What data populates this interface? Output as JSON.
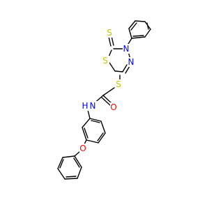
{
  "molecule": {
    "atoms": [
      {
        "id": "S_thione",
        "label": "S",
        "color": "#C6C600"
      },
      {
        "id": "S_ring",
        "label": "S",
        "color": "#C6C600"
      },
      {
        "id": "N4",
        "label": "N",
        "color": "#0000FF"
      },
      {
        "id": "N3",
        "label": "N",
        "color": "#0000FF"
      },
      {
        "id": "S_thio",
        "label": "S",
        "color": "#C6C600"
      },
      {
        "id": "O_amide",
        "label": "O",
        "color": "#FF0000"
      },
      {
        "id": "N_amide",
        "label": "N",
        "color": "#0000FF"
      },
      {
        "id": "H_amide",
        "label": "H",
        "color": "#0000FF"
      },
      {
        "id": "O_ether",
        "label": "O",
        "color": "#FF0000"
      }
    ]
  }
}
